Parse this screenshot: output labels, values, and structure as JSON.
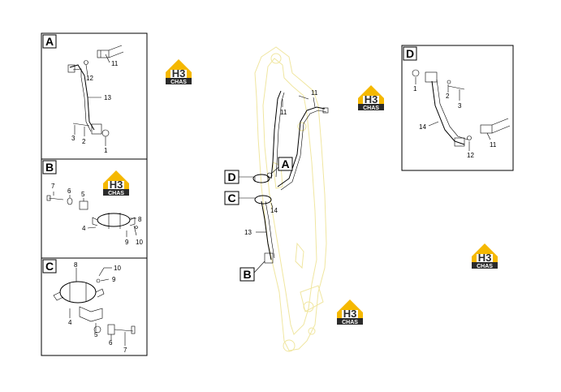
{
  "panels": {
    "A": {
      "label": "A",
      "parts": [
        "11",
        "12",
        "13",
        "3",
        "2",
        "1"
      ]
    },
    "B": {
      "label": "B",
      "parts": [
        "7",
        "6",
        "5",
        "4",
        "8",
        "9",
        "10"
      ]
    },
    "C": {
      "label": "C",
      "parts": [
        "8",
        "10",
        "9",
        "4",
        "5",
        "6",
        "7"
      ]
    },
    "D": {
      "label": "D",
      "parts": [
        "1",
        "2",
        "3",
        "14",
        "11",
        "12"
      ]
    }
  },
  "main": {
    "callouts": [
      "D",
      "A",
      "C",
      "B"
    ],
    "parts": [
      "11",
      "11",
      "14",
      "13"
    ]
  },
  "logo": {
    "top": "H3",
    "bottom": "CHAS"
  },
  "colors": {
    "logo_yellow": "#f5b800",
    "logo_dark": "#2b2b2b",
    "boom_outline": "#f0e6a0"
  }
}
